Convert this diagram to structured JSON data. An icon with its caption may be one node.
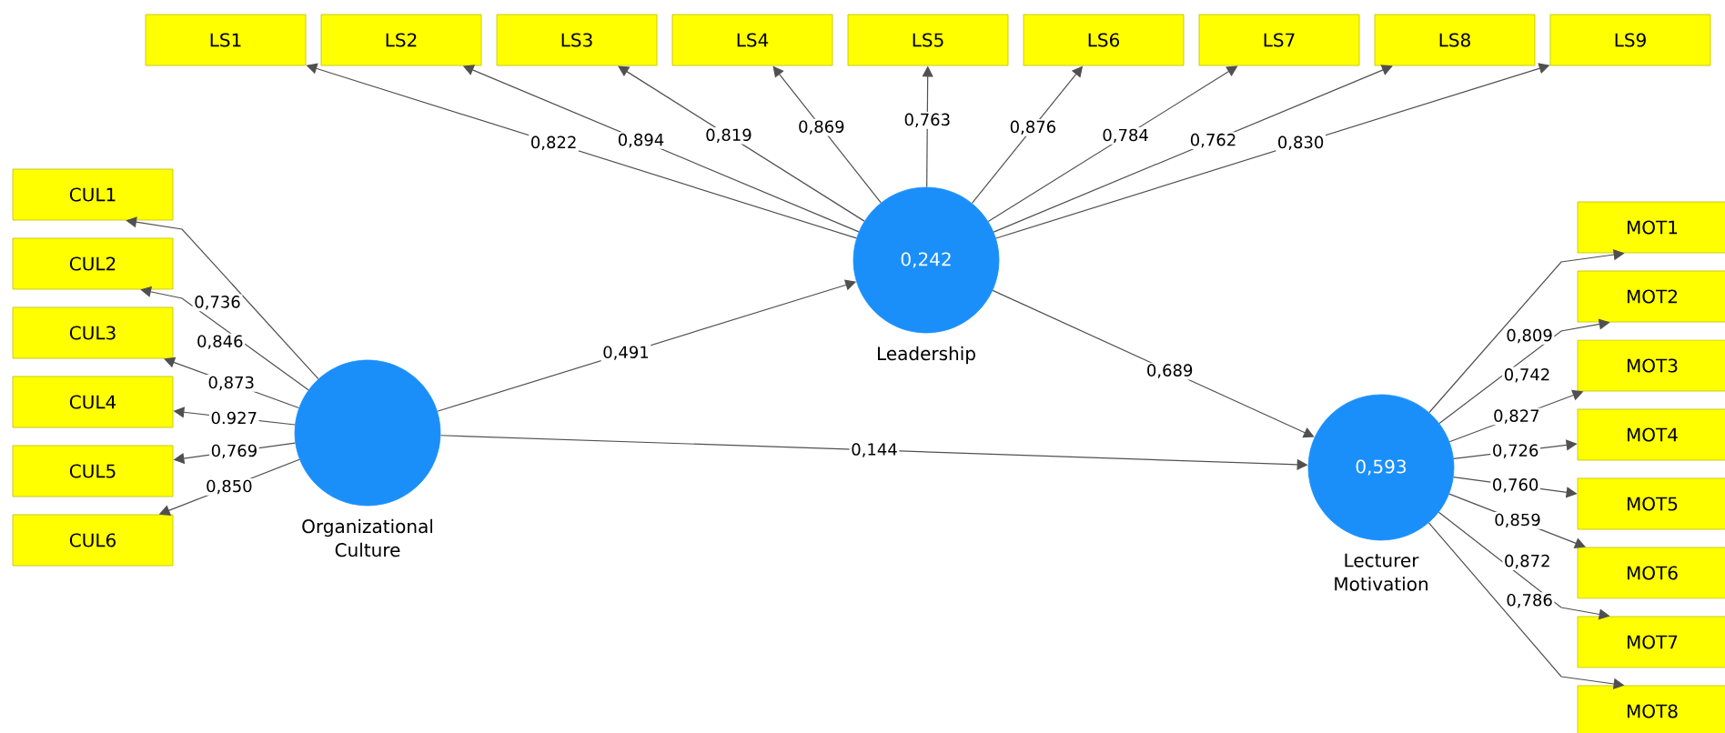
{
  "diagram": {
    "nodes": [
      {
        "text": [
          "LS1"
        ]
      },
      {
        "text": [
          "LS2"
        ]
      },
      {
        "text": [
          "LS3"
        ]
      },
      {
        "text": [
          "LS4"
        ]
      },
      {
        "text": [
          "LS5"
        ]
      },
      {
        "text": [
          "LS6"
        ]
      },
      {
        "text": [
          "LS7"
        ]
      },
      {
        "text": [
          "LS8"
        ]
      },
      {
        "text": [
          "LS9"
        ]
      },
      {
        "text": [
          "CUL1"
        ]
      },
      {
        "text": [
          "CUL2"
        ]
      },
      {
        "text": [
          "CUL3"
        ]
      },
      {
        "text": [
          "CUL4"
        ]
      },
      {
        "text": [
          "CUL5"
        ]
      },
      {
        "text": [
          "CUL6"
        ]
      },
      {
        "text": [],
        "shape": "circle",
        "beside": [
          "Organizational Culture"
        ]
      },
      {
        "text": [
          "0,242"
        ],
        "beside": [
          "Leadership"
        ]
      },
      {
        "text": [
          "0,593"
        ],
        "beside": [
          "Lecturer Motivation"
        ]
      },
      {
        "text": [
          "MOT1"
        ]
      },
      {
        "text": [
          "MOT2"
        ]
      },
      {
        "text": [
          "MOT3"
        ]
      },
      {
        "text": [
          "MOT4"
        ]
      },
      {
        "text": [
          "MOT5"
        ]
      },
      {
        "text": [
          "MOT6"
        ]
      },
      {
        "text": [
          "MOT7"
        ]
      },
      {
        "text": [
          "MOT8"
        ]
      }
    ],
    "edges": [
      {
        "from": 16,
        "to": 0,
        "arrow": "to",
        "label": "0,822"
      },
      {
        "from": 16,
        "to": 1,
        "arrow": "to",
        "label": "0,894"
      },
      {
        "from": 16,
        "to": 2,
        "arrow": "to",
        "label": "0,819"
      },
      {
        "from": 16,
        "to": 3,
        "arrow": "to",
        "label": "0,869"
      },
      {
        "from": 16,
        "to": 4,
        "arrow": "to",
        "label": "0,763"
      },
      {
        "from": 16,
        "to": 5,
        "arrow": "to",
        "label": "0,876"
      },
      {
        "from": 16,
        "to": 6,
        "arrow": "to",
        "label": "0,784"
      },
      {
        "from": 16,
        "to": 7,
        "arrow": "to",
        "label": "0,762"
      },
      {
        "from": 16,
        "to": 8,
        "arrow": "to",
        "label": "0,830"
      },
      {
        "from": 15,
        "to": 9,
        "arrow": "to",
        "label": "0,736"
      },
      {
        "from": 15,
        "to": 10,
        "arrow": "to",
        "label": "0,846"
      },
      {
        "from": 15,
        "to": 11,
        "arrow": "to",
        "label": "0,873"
      },
      {
        "from": 15,
        "to": 12,
        "arrow": "to",
        "label": "0.927"
      },
      {
        "from": 15,
        "to": 13,
        "arrow": "to",
        "label": "0,769"
      },
      {
        "from": 15,
        "to": 14,
        "arrow": "to",
        "label": "0,850"
      },
      {
        "from": 15,
        "to": 16,
        "arrow": "to",
        "label": "0,491"
      },
      {
        "from": 16,
        "to": 17,
        "arrow": "to",
        "label": "0,689"
      },
      {
        "from": 15,
        "to": 17,
        "arrow": "to",
        "label": "0,144"
      },
      {
        "from": 17,
        "to": 18,
        "arrow": "to",
        "label": "0,809"
      },
      {
        "from": 17,
        "to": 19,
        "arrow": "to",
        "label": "0,742"
      },
      {
        "from": 17,
        "to": 20,
        "arrow": "to",
        "label": "0,827"
      },
      {
        "from": 17,
        "to": 21,
        "arrow": "to",
        "label": "0,726"
      },
      {
        "from": 17,
        "to": 22,
        "arrow": "to",
        "label": "0,760"
      },
      {
        "from": 17,
        "to": 23,
        "arrow": "to",
        "label": "0,859"
      },
      {
        "from": 17,
        "to": 24,
        "arrow": "to",
        "label": "0,872"
      },
      {
        "from": 17,
        "to": 25,
        "arrow": "to",
        "label": "0,786"
      }
    ]
  }
}
